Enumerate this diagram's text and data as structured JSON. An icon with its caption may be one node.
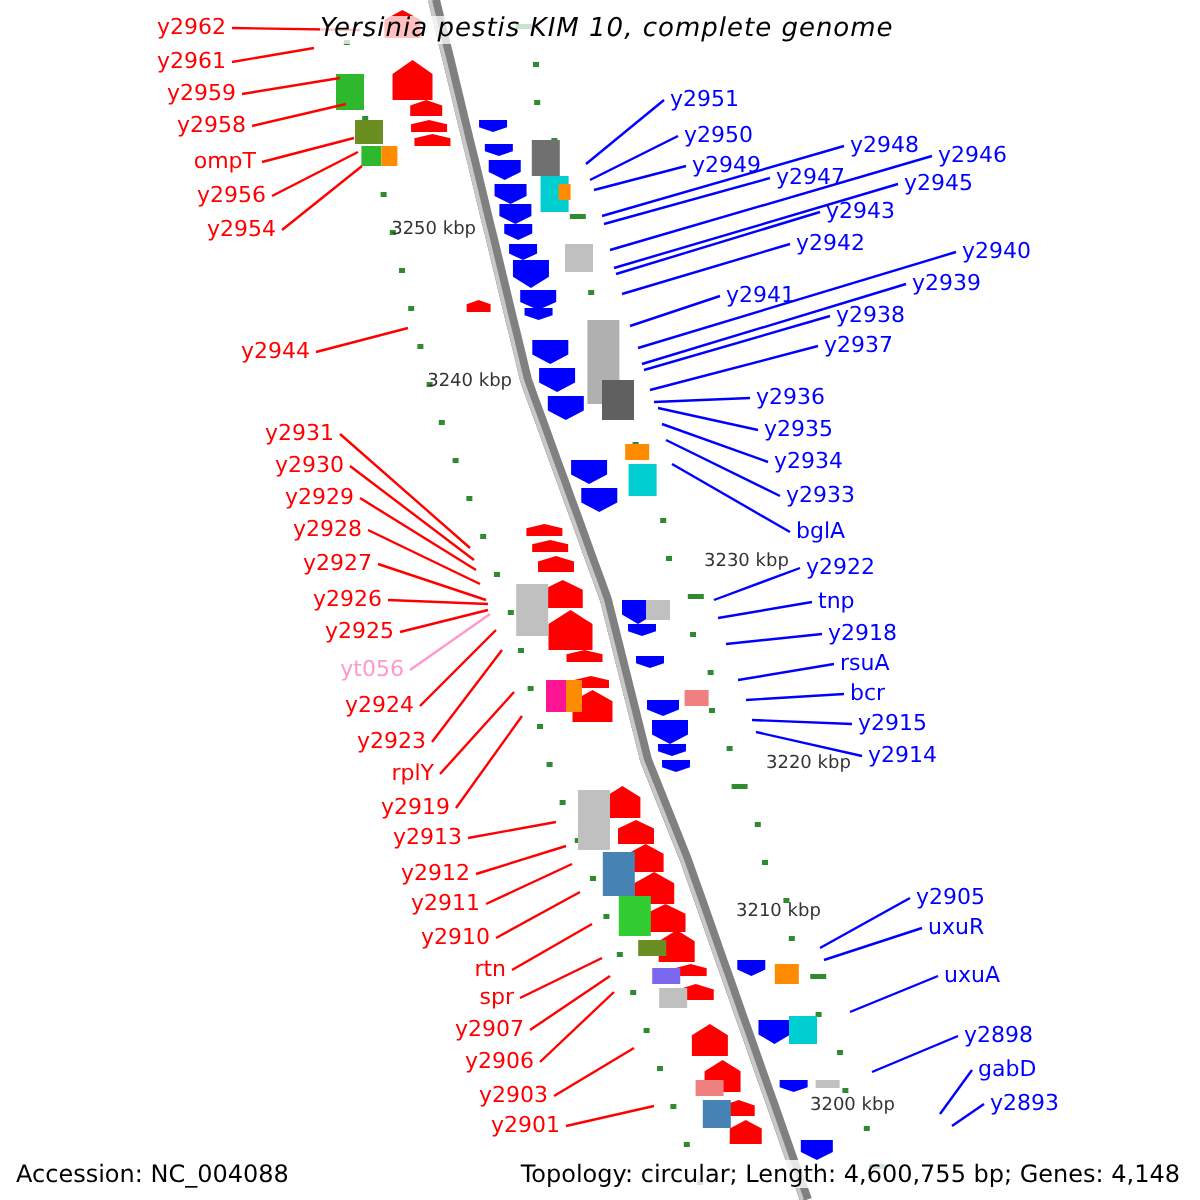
{
  "diagram": {
    "title": "Yersinia pestis KIM 10, complete genome",
    "nodes": [
      {
        "text": [
          "y2962"
        ]
      },
      {
        "text": [
          "y2961"
        ]
      },
      {
        "text": [
          "y2959"
        ]
      },
      {
        "text": [
          "y2958"
        ]
      },
      {
        "text": [
          "ompT"
        ]
      },
      {
        "text": [
          "y2956"
        ]
      },
      {
        "text": [
          "y2954"
        ]
      },
      {
        "text": [
          "y2944"
        ]
      },
      {
        "text": [
          "y2931"
        ]
      },
      {
        "text": [
          "y2930"
        ]
      },
      {
        "text": [
          "y2929"
        ]
      },
      {
        "text": [
          "y2928"
        ]
      },
      {
        "text": [
          "y2927"
        ]
      },
      {
        "text": [
          "y2926"
        ]
      },
      {
        "text": [
          "y2925"
        ]
      },
      {
        "text": [
          "yt056"
        ]
      },
      {
        "text": [
          "y2924"
        ]
      },
      {
        "text": [
          "y2923"
        ]
      },
      {
        "text": [
          "rplY"
        ]
      },
      {
        "text": [
          "y2919"
        ]
      },
      {
        "text": [
          "y2913"
        ]
      },
      {
        "text": [
          "y2912"
        ]
      },
      {
        "text": [
          "y2911"
        ]
      },
      {
        "text": [
          "y2910"
        ]
      },
      {
        "text": [
          "rtn"
        ]
      },
      {
        "text": [
          "spr"
        ]
      },
      {
        "text": [
          "y2907"
        ]
      },
      {
        "text": [
          "y2906"
        ]
      },
      {
        "text": [
          "y2903"
        ]
      },
      {
        "text": [
          "y2901"
        ]
      },
      {
        "text": [
          "y2951"
        ]
      },
      {
        "text": [
          "y2950"
        ]
      },
      {
        "text": [
          "y2949"
        ]
      },
      {
        "text": [
          "y2948"
        ]
      },
      {
        "text": [
          "y2947"
        ]
      },
      {
        "text": [
          "y2946"
        ]
      },
      {
        "text": [
          "y2945"
        ]
      },
      {
        "text": [
          "y2943"
        ]
      },
      {
        "text": [
          "y2942"
        ]
      },
      {
        "text": [
          "y2941"
        ]
      },
      {
        "text": [
          "y2940"
        ]
      },
      {
        "text": [
          "y2939"
        ]
      },
      {
        "text": [
          "y2938"
        ]
      },
      {
        "text": [
          "y2937"
        ]
      },
      {
        "text": [
          "y2936"
        ]
      },
      {
        "text": [
          "y2935"
        ]
      },
      {
        "text": [
          "y2934"
        ]
      },
      {
        "text": [
          "y2933"
        ]
      },
      {
        "text": [
          "bglA"
        ]
      },
      {
        "text": [
          "y2922"
        ]
      },
      {
        "text": [
          "tnp"
        ]
      },
      {
        "text": [
          "y2918"
        ]
      },
      {
        "text": [
          "rsuA"
        ]
      },
      {
        "text": [
          "bcr"
        ]
      },
      {
        "text": [
          "y2915"
        ]
      },
      {
        "text": [
          "y2914"
        ]
      },
      {
        "text": [
          "y2905"
        ]
      },
      {
        "text": [
          "uxuR"
        ]
      },
      {
        "text": [
          "uxuA"
        ]
      },
      {
        "text": [
          "y2898"
        ]
      },
      {
        "text": [
          "gabD"
        ]
      },
      {
        "text": [
          "y2893"
        ]
      }
    ],
    "edges": [
      {
        "from": 0,
        "to": null,
        "arrow": "none",
        "color": "#ff0000"
      },
      {
        "from": 1,
        "to": null,
        "arrow": "none",
        "color": "#ff0000"
      },
      {
        "from": 2,
        "to": null,
        "arrow": "none",
        "color": "#ff0000"
      },
      {
        "from": 3,
        "to": null,
        "arrow": "none",
        "color": "#ff0000"
      },
      {
        "from": 4,
        "to": null,
        "arrow": "none",
        "color": "#ff0000"
      },
      {
        "from": 5,
        "to": null,
        "arrow": "none",
        "color": "#ff0000"
      },
      {
        "from": 6,
        "to": null,
        "arrow": "none",
        "color": "#ff0000"
      },
      {
        "from": 7,
        "to": null,
        "arrow": "none",
        "color": "#ff0000"
      },
      {
        "from": 8,
        "to": null,
        "arrow": "none",
        "color": "#ff0000"
      },
      {
        "from": 9,
        "to": null,
        "arrow": "none",
        "color": "#ff0000"
      },
      {
        "from": 10,
        "to": null,
        "arrow": "none",
        "color": "#ff0000"
      },
      {
        "from": 11,
        "to": null,
        "arrow": "none",
        "color": "#ff0000"
      },
      {
        "from": 12,
        "to": null,
        "arrow": "none",
        "color": "#ff0000"
      },
      {
        "from": 13,
        "to": null,
        "arrow": "none",
        "color": "#ff0000"
      },
      {
        "from": 14,
        "to": null,
        "arrow": "none",
        "color": "#ff0000"
      },
      {
        "from": 15,
        "to": null,
        "arrow": "none",
        "color": "#ff99cc"
      },
      {
        "from": 16,
        "to": null,
        "arrow": "none",
        "color": "#ff0000"
      },
      {
        "from": 17,
        "to": null,
        "arrow": "none",
        "color": "#ff0000"
      },
      {
        "from": 18,
        "to": null,
        "arrow": "none",
        "color": "#ff0000"
      },
      {
        "from": 19,
        "to": null,
        "arrow": "none",
        "color": "#ff0000"
      },
      {
        "from": 20,
        "to": null,
        "arrow": "none",
        "color": "#ff0000"
      },
      {
        "from": 21,
        "to": null,
        "arrow": "none",
        "color": "#ff0000"
      },
      {
        "from": 22,
        "to": null,
        "arrow": "none",
        "color": "#ff0000"
      },
      {
        "from": 23,
        "to": null,
        "arrow": "none",
        "color": "#ff0000"
      },
      {
        "from": 24,
        "to": null,
        "arrow": "none",
        "color": "#ff0000"
      },
      {
        "from": 25,
        "to": null,
        "arrow": "none",
        "color": "#ff0000"
      },
      {
        "from": 26,
        "to": null,
        "arrow": "none",
        "color": "#ff0000"
      },
      {
        "from": 27,
        "to": null,
        "arrow": "none",
        "color": "#ff0000"
      },
      {
        "from": 28,
        "to": null,
        "arrow": "none",
        "color": "#ff0000"
      },
      {
        "from": 29,
        "to": null,
        "arrow": "none",
        "color": "#ff0000"
      },
      {
        "from": 30,
        "to": null,
        "arrow": "none"
      },
      {
        "from": 31,
        "to": null,
        "arrow": "none"
      },
      {
        "from": 32,
        "to": null,
        "arrow": "none"
      },
      {
        "from": 33,
        "to": null,
        "arrow": "none"
      },
      {
        "from": 34,
        "to": null,
        "arrow": "none"
      },
      {
        "from": 35,
        "to": null,
        "arrow": "none"
      },
      {
        "from": 36,
        "to": null,
        "arrow": "none"
      },
      {
        "from": 37,
        "to": null,
        "arrow": "none"
      },
      {
        "from": 38,
        "to": null,
        "arrow": "none"
      },
      {
        "from": 39,
        "to": null,
        "arrow": "none"
      },
      {
        "from": 40,
        "to": null,
        "arrow": "none"
      },
      {
        "from": 41,
        "to": null,
        "arrow": "none"
      },
      {
        "from": 42,
        "to": null,
        "arrow": "none"
      },
      {
        "from": 43,
        "to": null,
        "arrow": "none"
      },
      {
        "from": 44,
        "to": null,
        "arrow": "none"
      },
      {
        "from": 45,
        "to": null,
        "arrow": "none"
      },
      {
        "from": 46,
        "to": null,
        "arrow": "none"
      },
      {
        "from": 47,
        "to": null,
        "arrow": "none"
      },
      {
        "from": 48,
        "to": null,
        "arrow": "none"
      },
      {
        "from": 49,
        "to": null,
        "arrow": "none"
      },
      {
        "from": 50,
        "to": null,
        "arrow": "none"
      },
      {
        "from": 51,
        "to": null,
        "arrow": "none"
      },
      {
        "from": 52,
        "to": null,
        "arrow": "none"
      },
      {
        "from": 53,
        "to": null,
        "arrow": "none"
      },
      {
        "from": 54,
        "to": null,
        "arrow": "none"
      },
      {
        "from": 55,
        "to": null,
        "arrow": "none"
      },
      {
        "from": 56,
        "to": null,
        "arrow": "none"
      },
      {
        "from": 57,
        "to": null,
        "arrow": "none"
      },
      {
        "from": 58,
        "to": null,
        "arrow": "none"
      },
      {
        "from": 59,
        "to": null,
        "arrow": "none"
      },
      {
        "from": 60,
        "to": null,
        "arrow": "none"
      },
      {
        "from": 61,
        "to": null,
        "arrow": "none"
      }
    ],
    "labels": [
      "3250 kbp",
      "3240 kbp",
      "3230 kbp",
      "3220 kbp",
      "3210 kbp",
      "3200 kbp",
      "Accession: NC_004088",
      "Topology: circular; Length: 4,600,755 bp; Genes: 4,148"
    ]
  }
}
